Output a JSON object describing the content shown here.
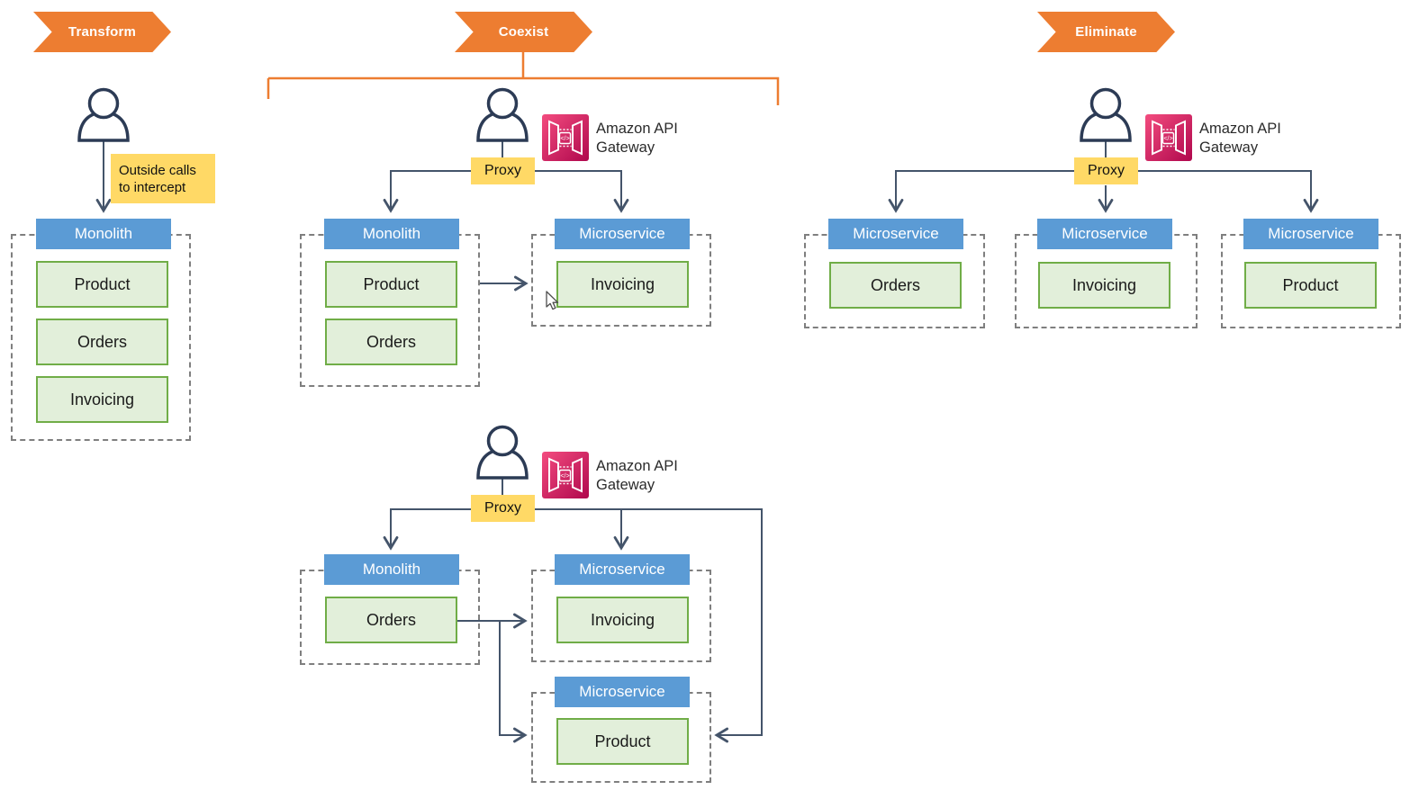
{
  "stages": {
    "transform": "Transform",
    "coexist": "Coexist",
    "eliminate": "Eliminate"
  },
  "annotations": {
    "note_line1": "Outside calls",
    "note_line2": "to intercept"
  },
  "gateway": {
    "label_line1": "Amazon API",
    "label_line2": "Gateway",
    "proxy": "Proxy",
    "icon_code": "</>"
  },
  "groups": {
    "transform_monolith": {
      "header": "Monolith",
      "modules": [
        "Product",
        "Orders",
        "Invoicing"
      ]
    },
    "coexist_monolith": {
      "header": "Monolith",
      "modules": [
        "Product",
        "Orders"
      ]
    },
    "coexist_microservice_invoicing": {
      "header": "Microservice",
      "modules": [
        "Invoicing"
      ]
    },
    "eliminate_microservice_orders": {
      "header": "Microservice",
      "modules": [
        "Orders"
      ]
    },
    "eliminate_microservice_invoicing": {
      "header": "Microservice",
      "modules": [
        "Invoicing"
      ]
    },
    "eliminate_microservice_product": {
      "header": "Microservice",
      "modules": [
        "Product"
      ]
    },
    "coexist2_monolith": {
      "header": "Monolith",
      "modules": [
        "Orders"
      ]
    },
    "coexist2_microservice_invoicing": {
      "header": "Microservice",
      "modules": [
        "Invoicing"
      ]
    },
    "coexist2_microservice_product": {
      "header": "Microservice",
      "modules": [
        "Product"
      ]
    }
  },
  "colors": {
    "stage_banner_orange": "#ED7D31",
    "header_blue": "#5B9BD5",
    "module_green_fill": "#E2EFDA",
    "module_green_border": "#70AD47",
    "proxy_yellow": "#FFD966",
    "connector_dark": "#44546A",
    "dashed_gray": "#7F7F7F",
    "gateway_pink_light": "#F34C7F",
    "gateway_pink_dark": "#B0084D"
  }
}
